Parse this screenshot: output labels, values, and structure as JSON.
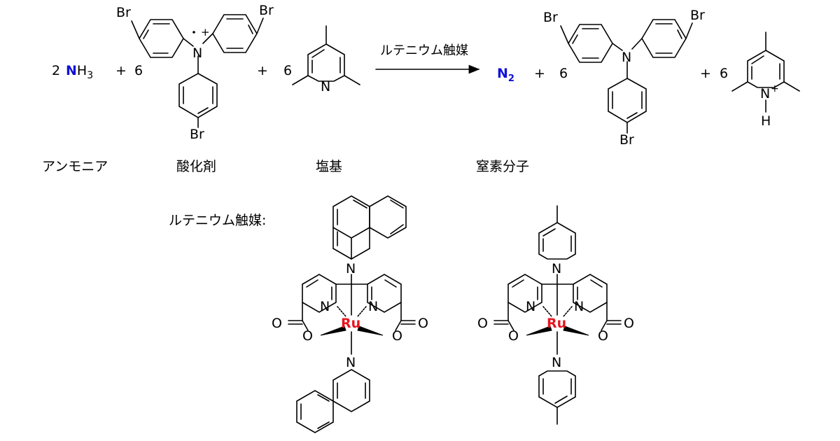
{
  "reaction": {
    "coef_ammonia": "2",
    "ammonia_N": "N",
    "ammonia_H": "H",
    "ammonia_sub": "3",
    "plus": "+",
    "coef_oxidant": "6",
    "coef_base": "6",
    "coef_amine": "6",
    "coef_pyridinium": "6",
    "product_N": "N",
    "product_sub": "2",
    "arrow_label": "ルテニウム触媒"
  },
  "atoms": {
    "Br": "Br",
    "N": "N",
    "H": "H",
    "plus": "+",
    "O": "O",
    "Ru": "Ru"
  },
  "labels": {
    "ammonia": "アンモニア",
    "oxidant": "酸化剤",
    "base": "塩基",
    "nitrogen": "窒素分子",
    "catalyst_heading": "ルテニウム触媒:"
  },
  "colors": {
    "nitrogen": "#1010d8",
    "ruthenium": "#e8141e"
  }
}
